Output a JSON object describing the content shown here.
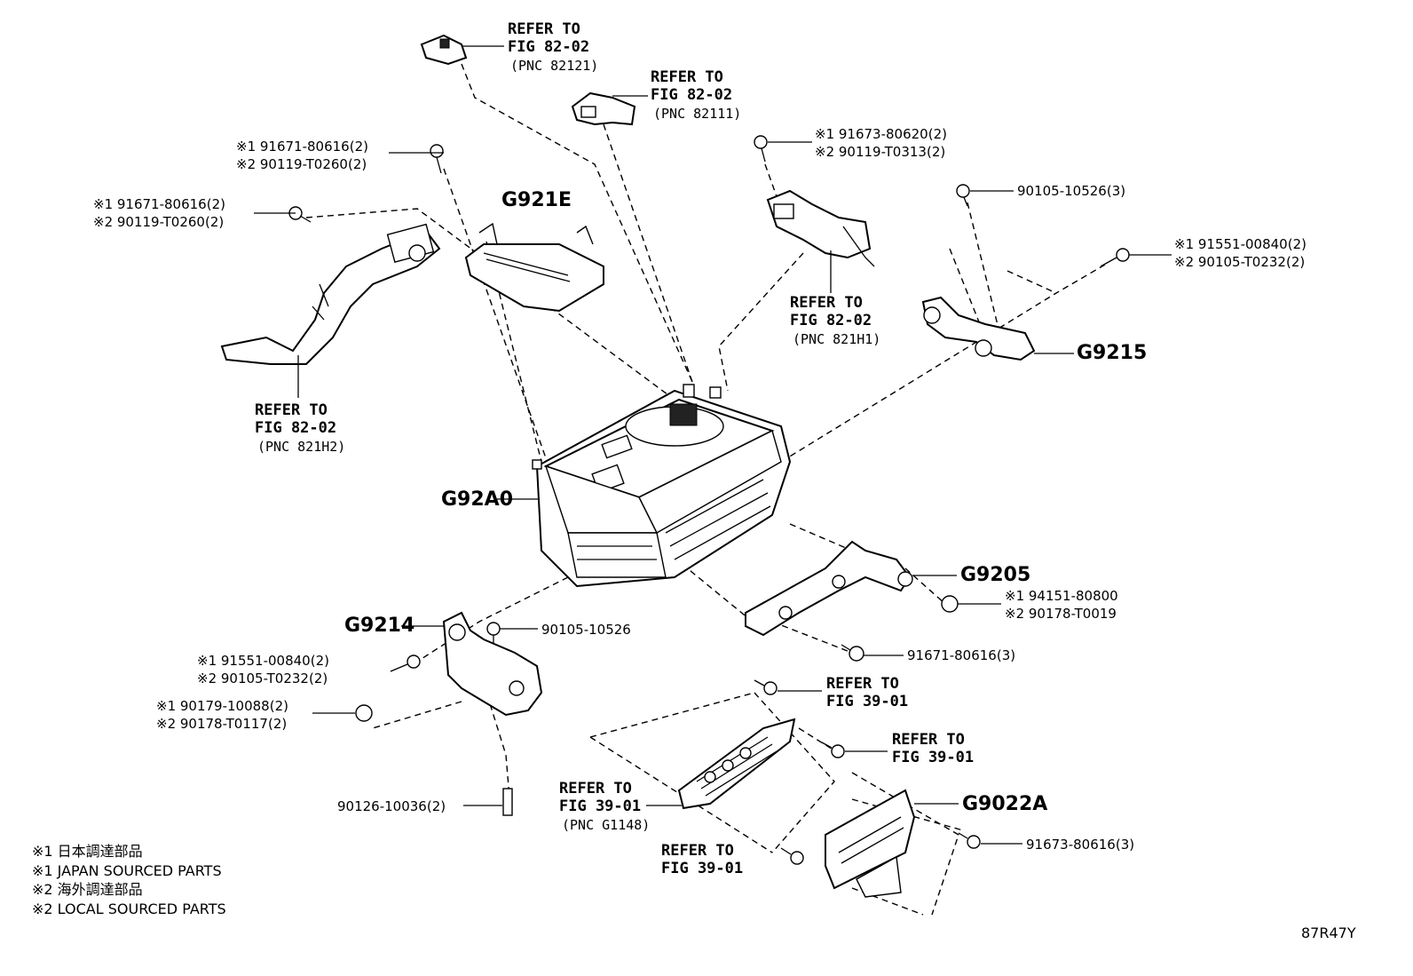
{
  "callouts": {
    "refer_82121": {
      "l1": "REFER TO",
      "l2": "FIG 82-02",
      "l3": "(PNC 82121)"
    },
    "refer_82111": {
      "l1": "REFER TO",
      "l2": "FIG 82-02",
      "l3": "(PNC 82111)"
    },
    "refer_821h1": {
      "l1": "REFER TO",
      "l2": "FIG 82-02",
      "l3": "(PNC 821H1)"
    },
    "refer_821h2": {
      "l1": "REFER TO",
      "l2": "FIG 82-02",
      "l3": "(PNC 821H2)"
    },
    "refer_39_a": {
      "l1": "REFER TO",
      "l2": "FIG 39-01"
    },
    "refer_39_b": {
      "l1": "REFER TO",
      "l2": "FIG 39-01"
    },
    "refer_39_c": {
      "l1": "REFER TO",
      "l2": "FIG 39-01",
      "l3": "(PNC G1148)"
    },
    "refer_39_d": {
      "l1": "REFER TO",
      "l2": "FIG 39-01"
    }
  },
  "bolts": {
    "b1": {
      "l1": "※1 91671-80616(2)",
      "l2": "※2 90119-T0260(2)"
    },
    "b2": {
      "l1": "※1 91671-80616(2)",
      "l2": "※2 90119-T0260(2)"
    },
    "b3": {
      "l1": "※1 91673-80620(2)",
      "l2": "※2 90119-T0313(2)"
    },
    "b4": {
      "l1": "90105-10526(3)"
    },
    "b5": {
      "l1": "※1 91551-00840(2)",
      "l2": "※2 90105-T0232(2)"
    },
    "b6": {
      "l1": "90105-10526"
    },
    "b7": {
      "l1": "※1 94151-80800",
      "l2": "※2 90178-T0019"
    },
    "b8": {
      "l1": "91671-80616(3)"
    },
    "b9": {
      "l1": "※1 91551-00840(2)",
      "l2": "※2 90105-T0232(2)"
    },
    "b10": {
      "l1": "※1 90179-10088(2)",
      "l2": "※2 90178-T0117(2)"
    },
    "b11": {
      "l1": "90126-10036(2)"
    },
    "b12": {
      "l1": "91673-80616(3)"
    }
  },
  "codes": {
    "g921e": "G921E",
    "g9215": "G9215",
    "g92a0": "G92A0",
    "g9205": "G9205",
    "g9214": "G9214",
    "g9022a": "G9022A"
  },
  "notes": {
    "n1": "※1 日本調達部品",
    "n2": "※1 JAPAN SOURCED PARTS",
    "n3": "※2 海外調達部品",
    "n4": "※2 LOCAL SOURCED PARTS"
  },
  "diagram_id": "87R47Y"
}
